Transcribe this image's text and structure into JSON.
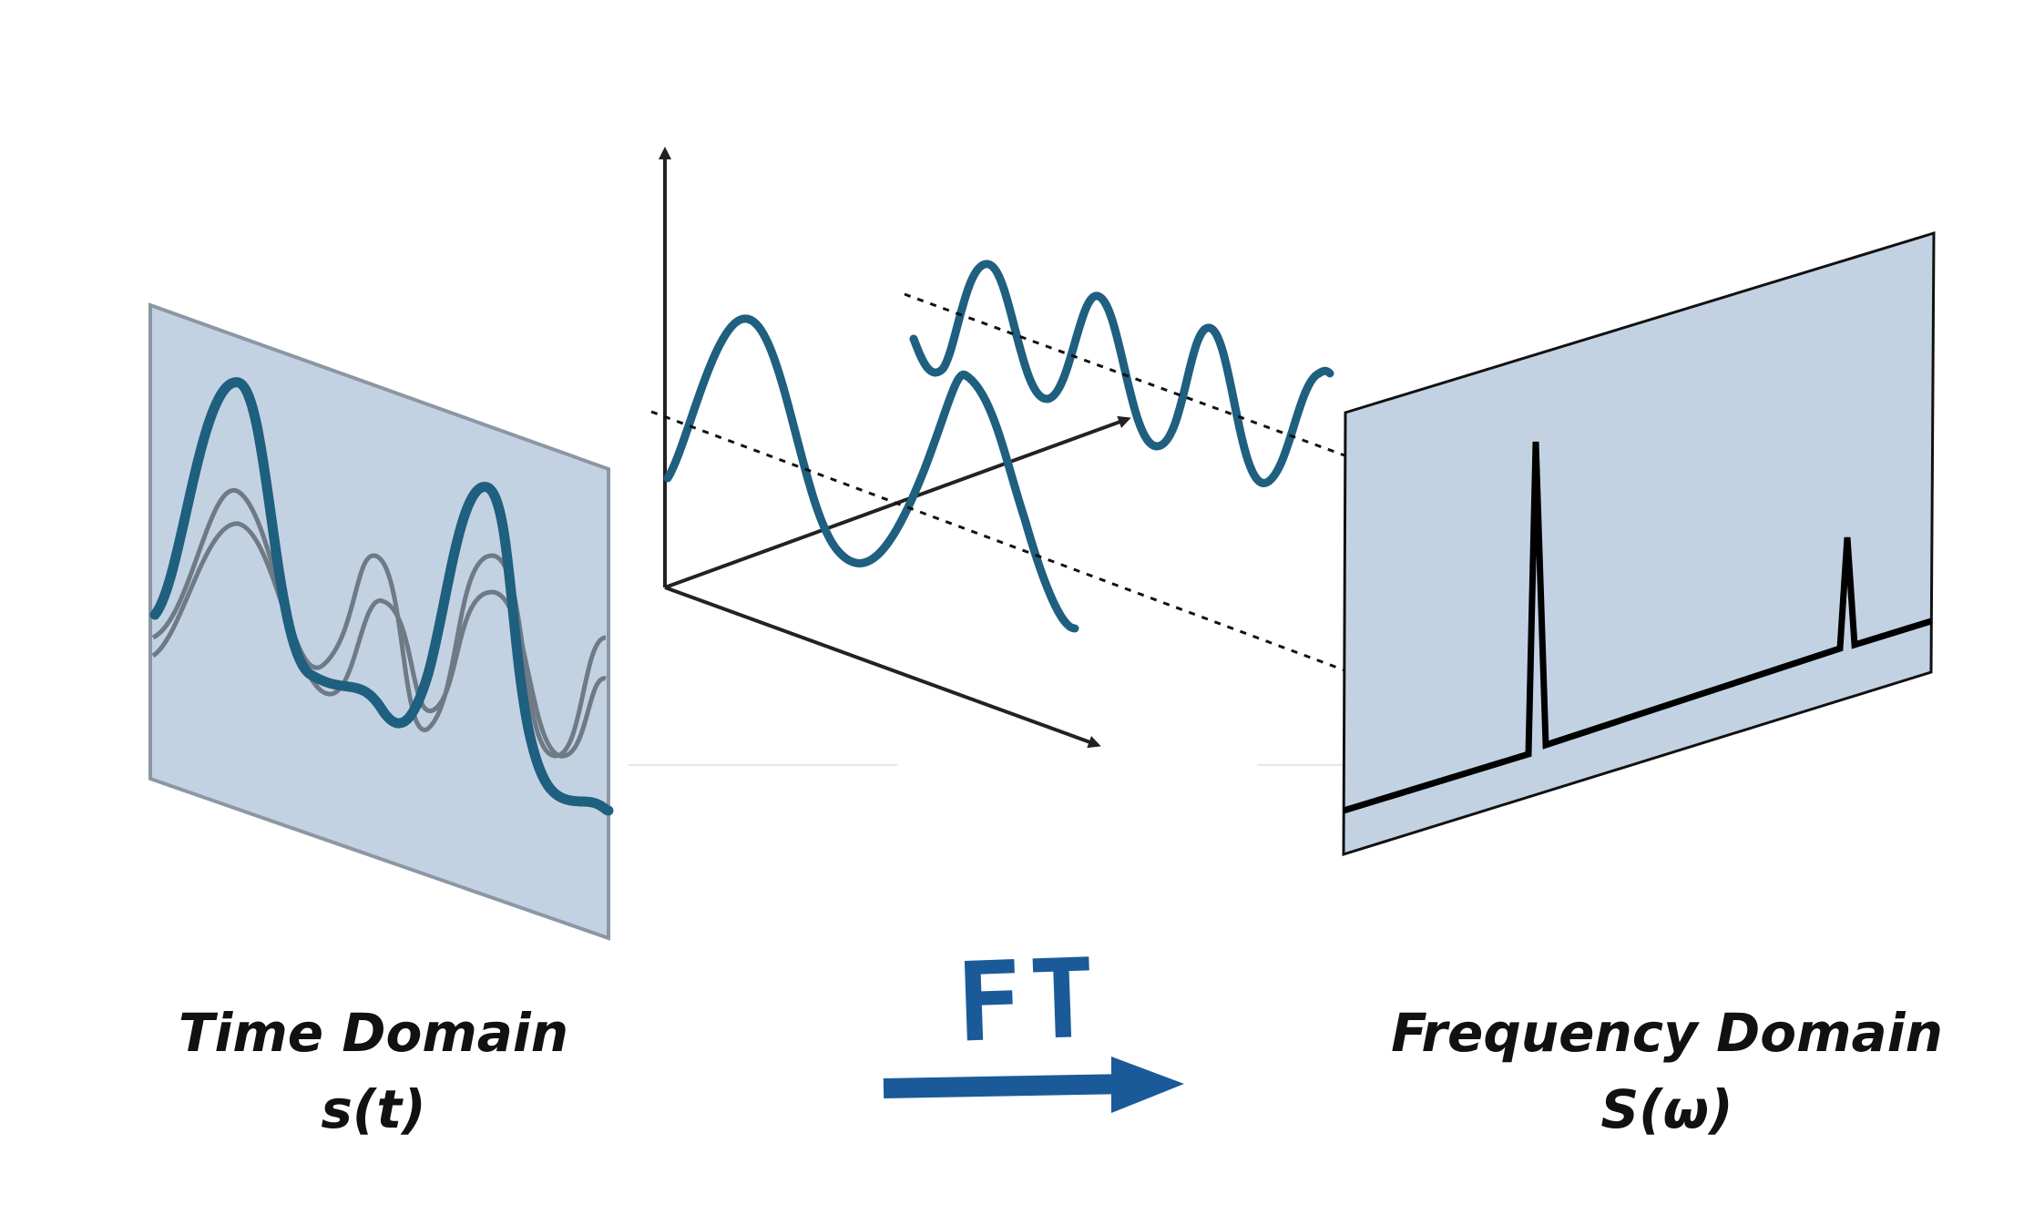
{
  "labels": {
    "time_domain": "Time Domain",
    "time_symbol": "s(t)",
    "frequency_domain": "Frequency Domain",
    "frequency_symbol": "S(ω)",
    "transform": "FT"
  },
  "colors": {
    "panel_fill": "#c3d2e3",
    "panel_stroke": "#7f8c99",
    "wave": "#1f5f7f",
    "wave_light": "#6e7a86",
    "axis": "#222222",
    "spectrum": "#000000",
    "ft_arrow": "#1a5a99"
  },
  "icons": {
    "transform_arrow": "right-arrow-icon"
  }
}
